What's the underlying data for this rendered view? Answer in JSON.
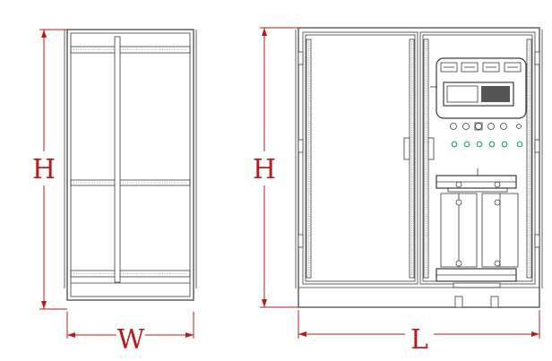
{
  "dimension_labels": {
    "side_height": "H",
    "side_width": "W",
    "front_height": "H",
    "front_length": "L"
  },
  "colors": {
    "dimension_lines": "#b71c1c",
    "outline": "#3a3a3a",
    "background": "#ffffff",
    "indicator_lights": "#2a9d8f"
  }
}
